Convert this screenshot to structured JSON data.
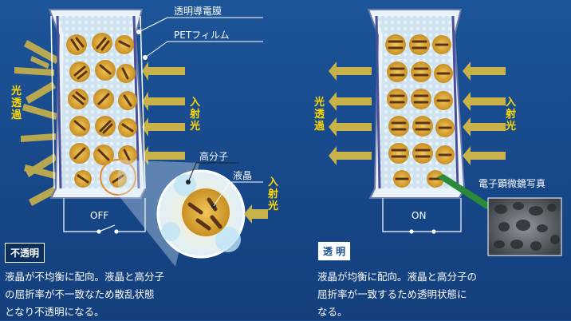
{
  "left": {
    "labels": {
      "conductive_film": "透明導電膜",
      "pet_film": "PETフィルム",
      "polymer": "高分子",
      "liquid_crystal": "液晶",
      "transmitted": "光透過",
      "incident": "入射光",
      "incident_zoom": "入射光",
      "switch": "OFF"
    },
    "state_label": "不透明",
    "description": [
      "液晶が不均衡に配向。液晶と高分子",
      "の屈折率が不一致なため散乱状態",
      "となり不透明になる。"
    ]
  },
  "right": {
    "labels": {
      "transmitted": "光透過",
      "incident": "入射光",
      "switch": "ON",
      "micrograph": "電子顕微鏡写真"
    },
    "state_label": "透 明",
    "description": [
      "液晶が均衡に配向。液晶と高分子の",
      "屈折率が一致するため透明状態に",
      "なる。"
    ]
  },
  "colors": {
    "background": "#1a4f92",
    "arrow": "#c9b24a",
    "label_yellow": "#ffd800",
    "droplet": "#e6b23a"
  }
}
